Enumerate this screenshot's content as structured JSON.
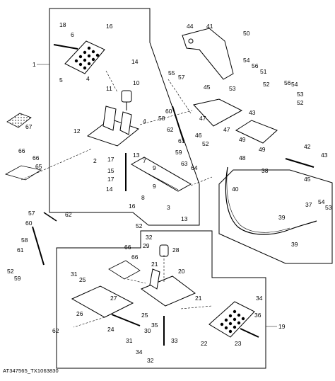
{
  "figure_id": "AT347565_TX1063830",
  "callouts": {
    "c1": "1",
    "c2": "2",
    "c3": "3",
    "c4": "4",
    "c5": "5",
    "c6": "6",
    "c7": "7",
    "c8": "8",
    "c9": "9",
    "c10": "10",
    "c11": "11",
    "c12": "12",
    "c13": "13",
    "c14": "14",
    "c15": "15",
    "c16": "16",
    "c17": "17",
    "c18": "18",
    "c19": "19",
    "c20": "20",
    "c21": "21",
    "c22": "22",
    "c23": "23",
    "c24": "24",
    "c25": "25",
    "c26": "26",
    "c27": "27",
    "c28": "28",
    "c29": "29",
    "c30": "30",
    "c31": "31",
    "c32": "32",
    "c33": "33",
    "c34": "34",
    "c35": "35",
    "c36": "36",
    "c37": "37",
    "c38": "38",
    "c39": "39",
    "c40": "40",
    "c41": "41",
    "c42": "42",
    "c43": "43",
    "c44": "44",
    "c45": "45",
    "c46": "46",
    "c47": "47",
    "c48": "48",
    "c49": "49",
    "c50": "50",
    "c51": "51",
    "c52": "52",
    "c53": "53",
    "c54": "54",
    "c55": "55",
    "c56": "56",
    "c57": "57",
    "c58": "58",
    "c59": "59",
    "c60": "60",
    "c61": "61",
    "c62": "62",
    "c63": "63",
    "c64": "64",
    "c65": "65",
    "c66": "66",
    "c67": "67"
  }
}
